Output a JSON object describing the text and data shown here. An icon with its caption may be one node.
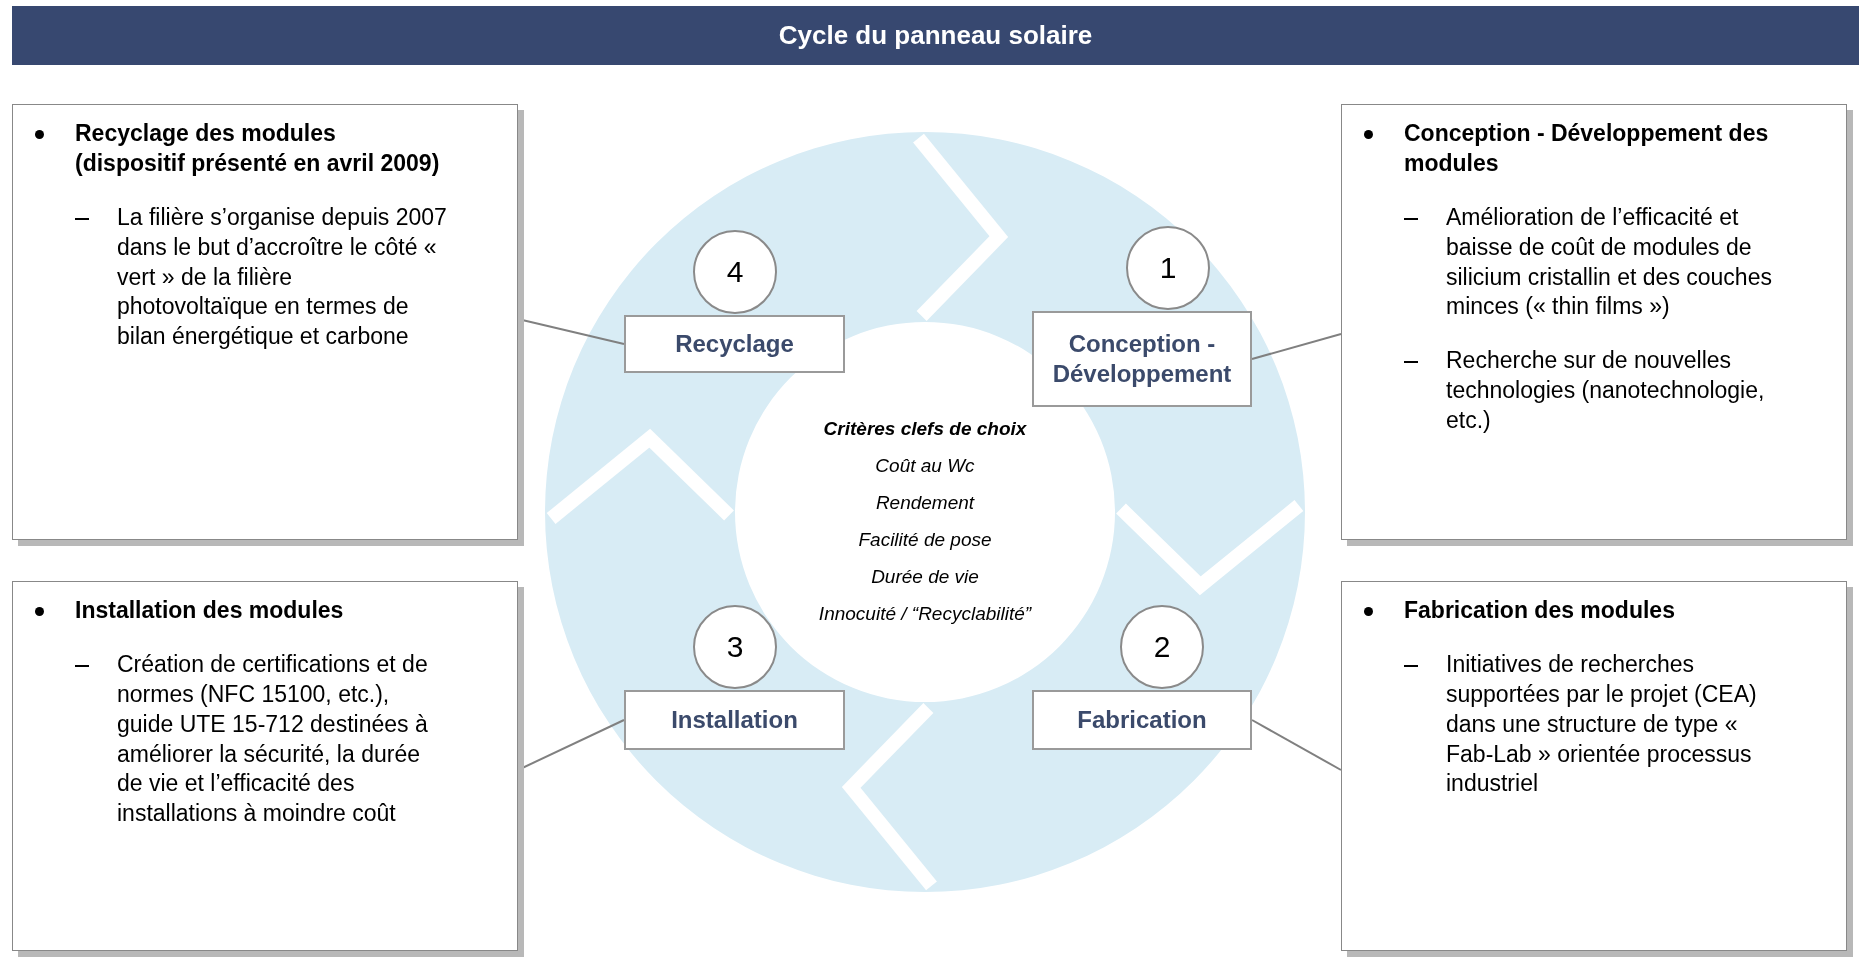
{
  "diagram": {
    "title": "Cycle du panneau solaire",
    "nodes": [
      {
        "text": [
          "Recyclage des modules (dispositif présenté en avril 2009)",
          "La filière s’organise depuis 2007 dans le but d’accroître le côté « vert » de la filière photovoltaïque en termes de bilan énergétique et carbone"
        ]
      },
      {
        "text": [
          "4"
        ]
      },
      {
        "text": [
          "Recyclage"
        ]
      },
      {
        "text": [
          "1"
        ]
      },
      {
        "text": [
          "Conception - Développement"
        ]
      },
      {
        "text": [
          "Conception - Développement des modules",
          "Amélioration de l’efficacité et baisse de coût de modules de silicium cristallin et des couches minces (« thin films »)",
          "Recherche sur de nouvelles technologies (nanotechnologie, etc.)"
        ]
      },
      {
        "text": [
          "Installation des modules",
          "Création de certifications et de normes (NFC 15100, etc.), guide UTE 15-712 destinées à améliorer la sécurité, la durée de vie et l’efficacité des installations à moindre coût"
        ]
      },
      {
        "text": [
          "3"
        ]
      },
      {
        "text": [
          "Installation"
        ]
      },
      {
        "text": [
          "2"
        ]
      },
      {
        "text": [
          "Fabrication"
        ]
      },
      {
        "text": [
          "Fabrication des modules",
          "Initiatives de recherches supportées par le projet (CEA) dans une structure de type « Fab-Lab » orientée processus industriel"
        ]
      }
    ],
    "edges": [
      {
        "from": 2,
        "to": 0,
        "arrow": "none"
      },
      {
        "from": 4,
        "to": 5,
        "arrow": "none"
      },
      {
        "from": 8,
        "to": 6,
        "arrow": "none"
      },
      {
        "from": 10,
        "to": 11,
        "arrow": "none"
      }
    ],
    "labels": [
      "Critères clefs de choix",
      "Coût au Wc",
      "Rendement",
      "Facilité de pose",
      "Durée de vie",
      "Innocuité / “Recyclabilité”"
    ]
  }
}
